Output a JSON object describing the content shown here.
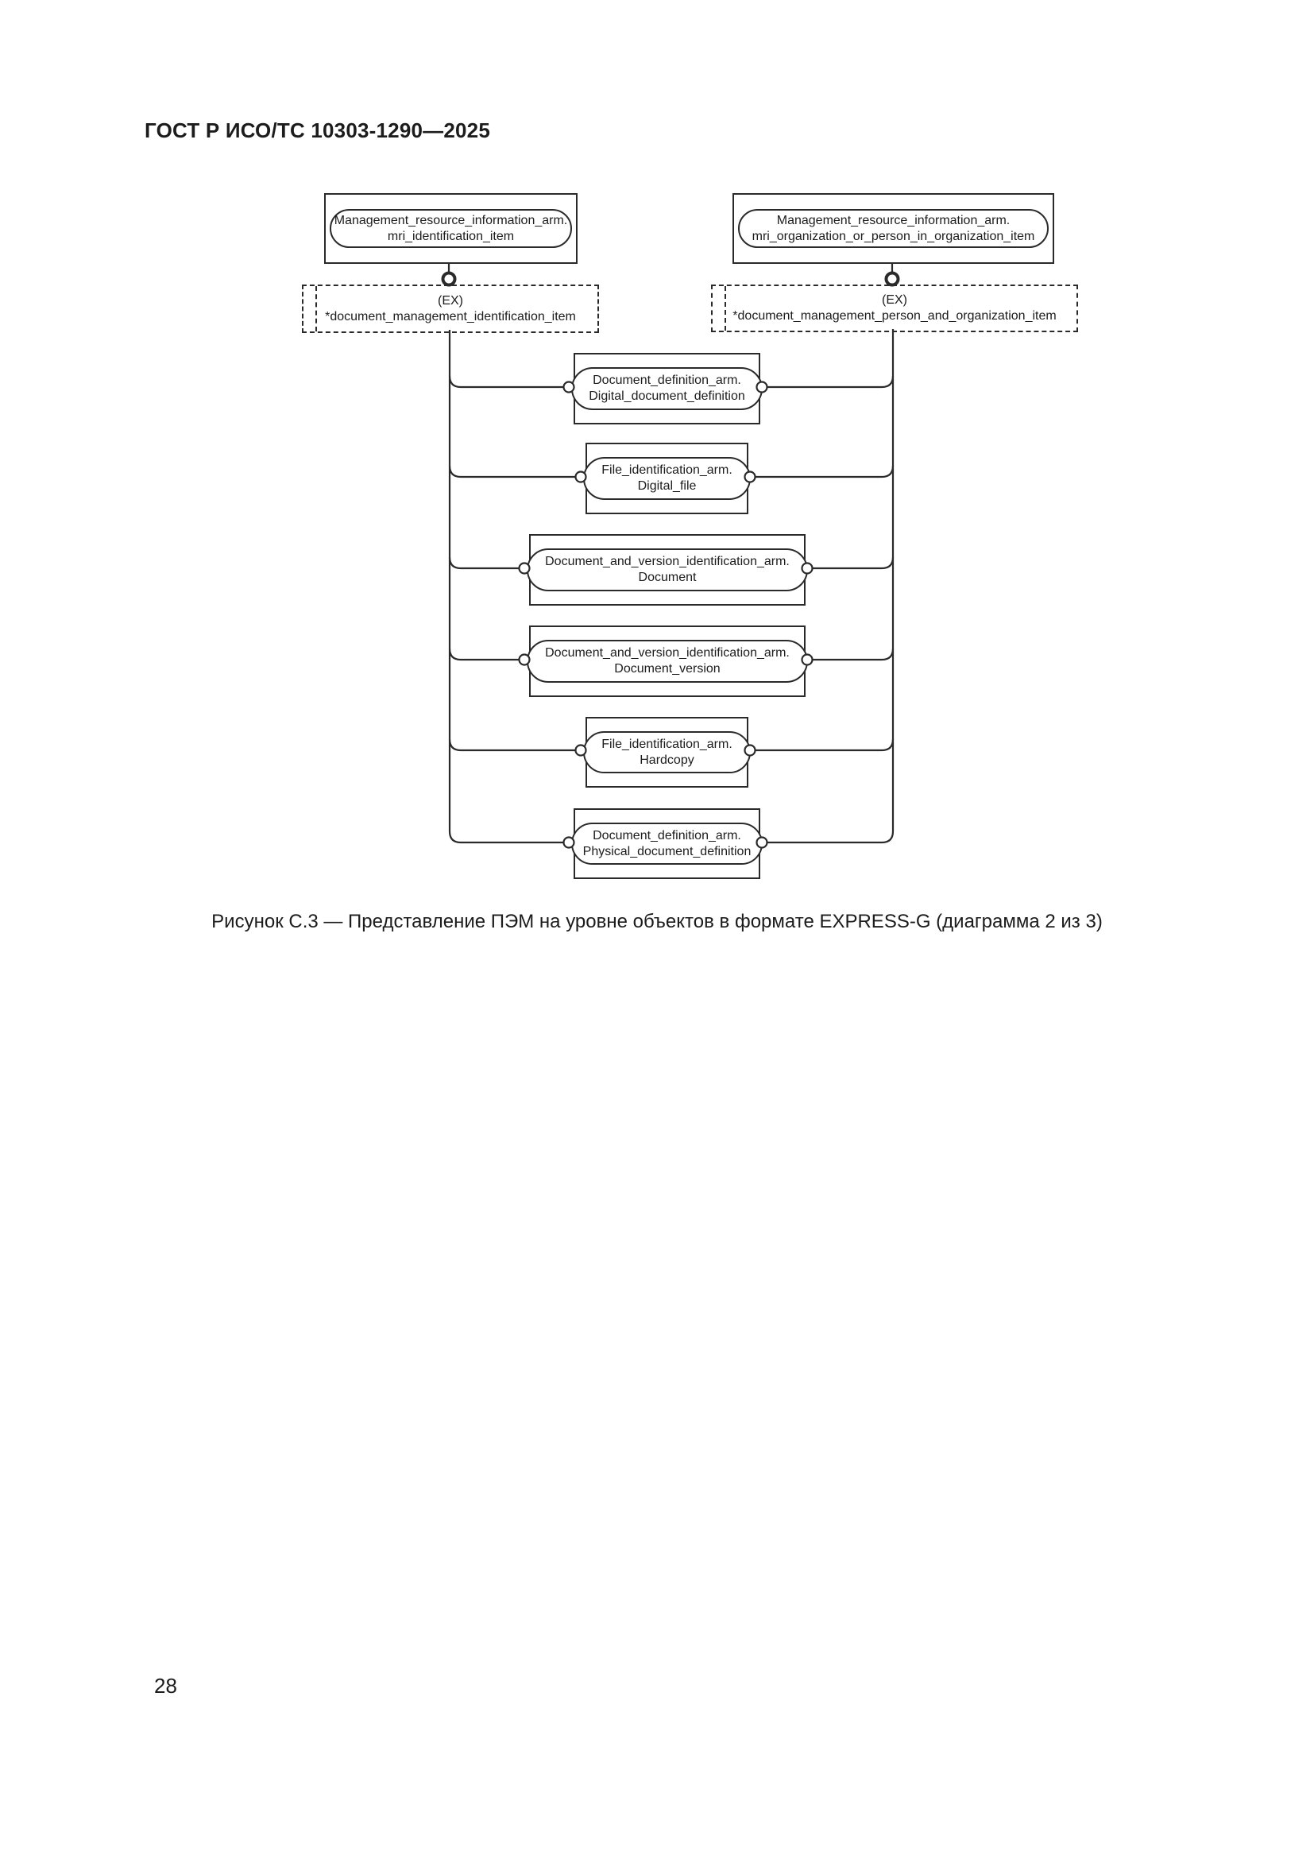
{
  "page": {
    "header": "ГОСТ Р ИСО/ТС 10303-1290—2025",
    "caption": "Рисунок С.3 — Представление ПЭМ на уровне объектов в формате EXPRESS-G (диаграмма 2 из 3)",
    "page_number": "28",
    "colors": {
      "ink": "#1c1c1c",
      "line": "#2a2a2a",
      "background": "#ffffff"
    }
  },
  "diagram": {
    "type": "express-g",
    "top_nodes": [
      {
        "line1": "Management_resource_information_arm.",
        "line2": "mri_identification_item"
      },
      {
        "line1": "Management_resource_information_arm.",
        "line2": "mri_organization_or_person_in_organization_item"
      }
    ],
    "select_nodes": [
      {
        "line1": "(EX)",
        "line2": "*document_management_identification_item"
      },
      {
        "line1": "(EX)",
        "line2": "*document_management_person_and_organization_item"
      }
    ],
    "entities": [
      {
        "line1": "Document_definition_arm.",
        "line2": "Digital_document_definition"
      },
      {
        "line1": "File_identification_arm.",
        "line2": "Digital_file"
      },
      {
        "line1": "Document_and_version_identification_arm.",
        "line2": "Document"
      },
      {
        "line1": "Document_and_version_identification_arm.",
        "line2": "Document_version"
      },
      {
        "line1": "File_identification_arm.",
        "line2": "Hardcopy"
      },
      {
        "line1": "Document_definition_arm.",
        "line2": "Physical_document_definition"
      }
    ]
  }
}
